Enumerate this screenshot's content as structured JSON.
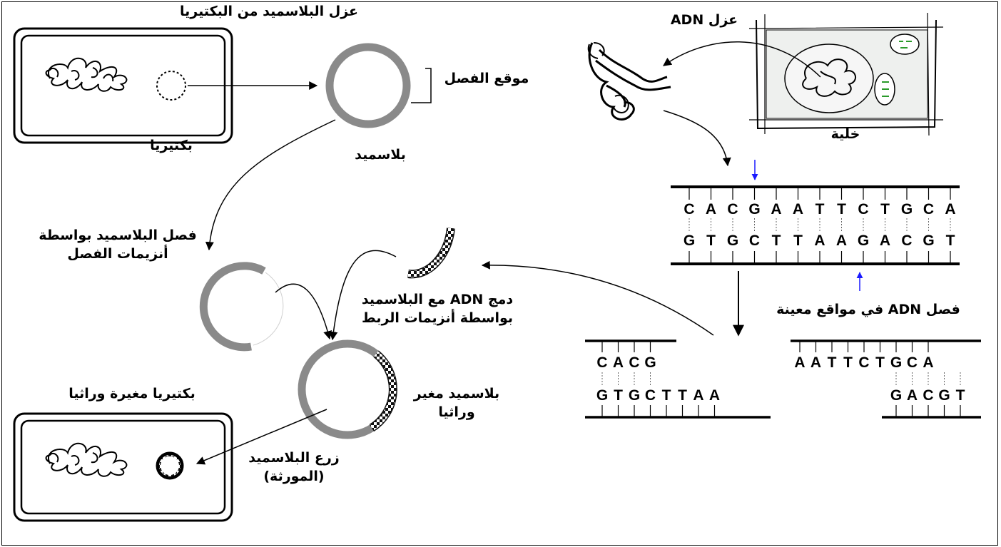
{
  "labels": {
    "isolate_plasmid": "عزل البلاسميد من البكتيريا",
    "isolate_dna": "عزل ADN",
    "bacteria": "بكتيريا",
    "cut_site": "موقع الفصل",
    "plasmid": "بلاسميد",
    "cell": "خلية",
    "cut_plasmid_line1": "فصل البلاسميد بواسطة",
    "cut_plasmid_line2": "أنزيمات الفصل",
    "ligation_line1": "دمج ADN مع البلاسميد",
    "ligation_line2": "بواسطة أنزيمات الربط",
    "cut_dna_sites": "فصل ADN في مواقع معينة",
    "modified_bacteria": "بكتيريا مغيرة وراثيا",
    "recombinant_line1": "بلاسميد مغير",
    "recombinant_line2": "وراثيا",
    "transfer_line1": "زرع البلاسميد",
    "transfer_line2": "(المورثة)"
  },
  "dna": {
    "top_strand": [
      "C",
      "A",
      "C",
      "G",
      "A",
      "A",
      "T",
      "T",
      "C",
      "T",
      "G",
      "C",
      "A"
    ],
    "bottom_strand": [
      "G",
      "T",
      "G",
      "C",
      "T",
      "T",
      "A",
      "A",
      "G",
      "A",
      "C",
      "G",
      "T"
    ]
  },
  "fragments": {
    "left_top": [
      "C",
      "A",
      "C",
      "G"
    ],
    "left_bottom": [
      "G",
      "T",
      "G",
      "C",
      "T",
      "T",
      "A",
      "A"
    ],
    "right_top": [
      "A",
      "A",
      "T",
      "T",
      "C",
      "T",
      "G",
      "C",
      "A"
    ],
    "right_bottom": [
      "G",
      "A",
      "C",
      "G",
      "T"
    ]
  },
  "colors": {
    "plasmid_ring": "#8a8a8a",
    "cut_arrow": "#1a1aff",
    "chloroplast_mark": "#2a9a2a",
    "cell_fill": "#eef0ee"
  }
}
